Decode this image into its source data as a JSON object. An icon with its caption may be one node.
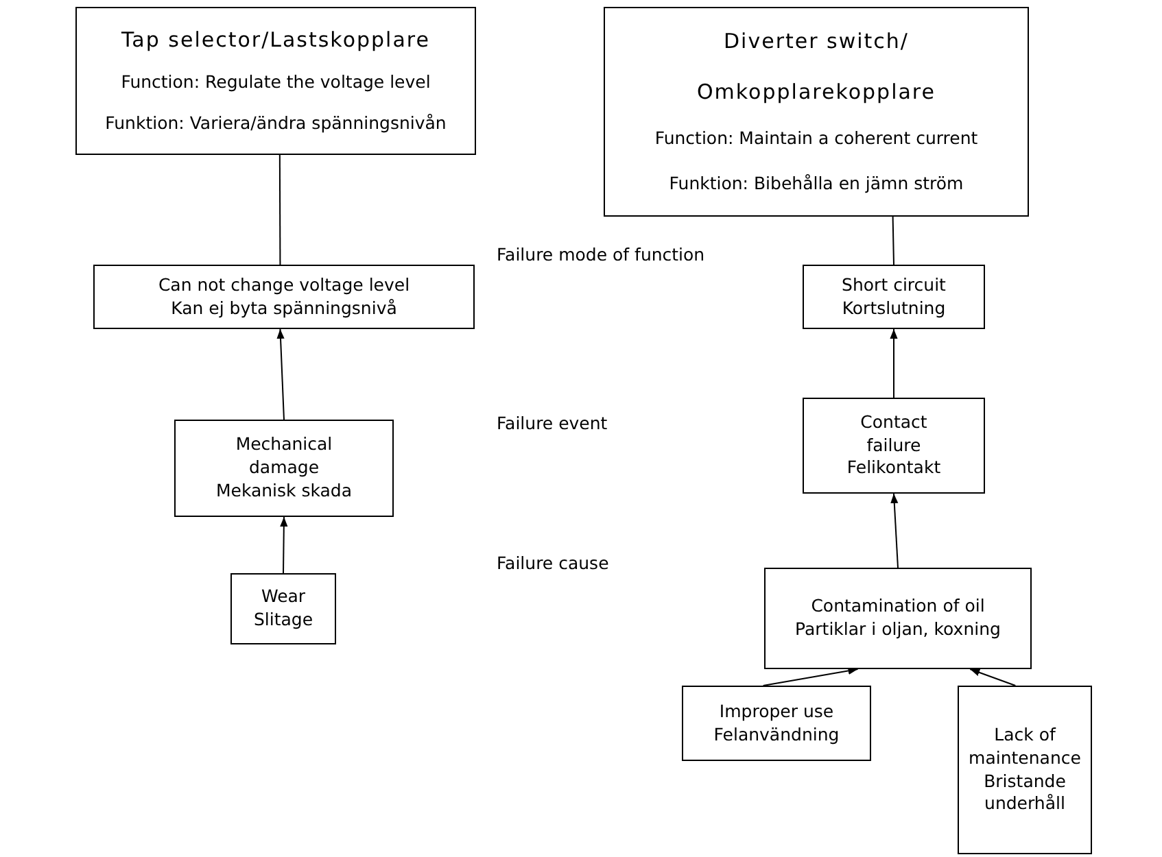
{
  "diagram": {
    "nodes": [
      {
        "text": [
          "Tap selector/Lastskopplare",
          "Function: Regulate the voltage level",
          "Funktion: Variera/ändra spänningsnivån"
        ]
      },
      {
        "text": [
          "Diverter switch/",
          "Omkopplarekopplare",
          "Function: Maintain a coherent current",
          "Funktion: Bibehålla en jämn ström"
        ]
      },
      {
        "text": [
          "Can not change voltage level",
          "Kan ej byta spänningsnivå"
        ]
      },
      {
        "text": [
          "Short circuit",
          "Kortslutning"
        ]
      },
      {
        "text": [
          "Mechanical damage",
          "Mekanisk skada"
        ]
      },
      {
        "text": [
          "Contact failure",
          "Felikontakt"
        ]
      },
      {
        "text": [
          "Wear",
          "Slitage"
        ]
      },
      {
        "text": [
          "Contamination of oil",
          "Partiklar i oljan, koxning"
        ]
      },
      {
        "text": [
          "Improper use",
          "Felanvändning"
        ]
      },
      {
        "text": [
          "Lack of maintenance",
          "Bristande underhåll"
        ]
      }
    ],
    "edges": [
      {
        "from": 0,
        "to": 2,
        "arrow": "none"
      },
      {
        "from": 1,
        "to": 3,
        "arrow": "none"
      },
      {
        "from": 4,
        "to": 2,
        "arrow": "to"
      },
      {
        "from": 6,
        "to": 4,
        "arrow": "to"
      },
      {
        "from": 5,
        "to": 3,
        "arrow": "to"
      },
      {
        "from": 7,
        "to": 5,
        "arrow": "to"
      },
      {
        "from": 8,
        "to": 7,
        "arrow": "to"
      },
      {
        "from": 9,
        "to": 7,
        "arrow": "to"
      }
    ],
    "labels": [
      "Failure mode of function",
      "Failure event",
      "Failure cause"
    ]
  }
}
